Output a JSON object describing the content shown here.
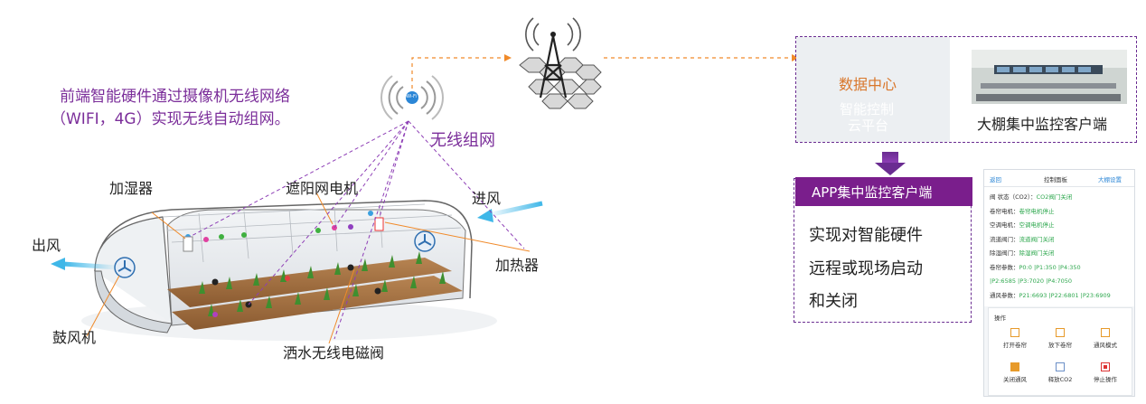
{
  "intro_text": {
    "line1": "前端智能硬件通过摄像机无线网络",
    "line2": "（WIFI，4G）实现无线自动组网。"
  },
  "wifi_label": "无线组网",
  "wifi_badge": "Wi-Fi",
  "greenhouse_labels": {
    "humidifier": "加湿器",
    "shade_motor": "遮阳网电机",
    "air_in": "进风",
    "air_out": "出风",
    "heater": "加热器",
    "blower": "鼓风机",
    "valve": "洒水无线电磁阀"
  },
  "datacenter": {
    "label": "数据中心",
    "cloud_line1": "智能控制",
    "cloud_line2": "云平台",
    "monitor_label": "大棚集中监控客户端"
  },
  "app_box": {
    "header": "APP集中监控客户端",
    "line1": "实现对智能硬件",
    "line2": "远程或现场启动",
    "line3": "和关闭"
  },
  "panel": {
    "back": "返回",
    "title": "控制面板",
    "settings": "大棚设置",
    "rows": [
      {
        "k": "阀 状态（CO2）：",
        "v": "CO2阀门关闭"
      },
      {
        "k": "卷帘电机：",
        "v": "卷帘电机停止"
      },
      {
        "k": "空调电机：",
        "v": "空调电机停止"
      },
      {
        "k": "流道阀门：",
        "v": "流道阀门关闭"
      },
      {
        "k": "除湿阀门：",
        "v": "除湿阀门关闭"
      },
      {
        "k": "卷帘参数：",
        "v": "P0:0 |P1:350 |P4:350"
      },
      {
        "k": "",
        "v": "|P2:6585 |P3:7020 |P4:7050"
      },
      {
        "k": "通风参数：",
        "v": "P21:6693 |P22:6801 |P23:6909"
      }
    ],
    "ops_title": "操作",
    "ops": [
      "打开卷帘",
      "放下卷帘",
      "通风模式",
      "关闭通风",
      "释放CO2",
      "停止操作"
    ]
  },
  "colors": {
    "purple": "#6a2c91",
    "orange": "#f08a2a",
    "cyan": "#3fb7e8",
    "app_header_bg": "#7a1e8c"
  }
}
